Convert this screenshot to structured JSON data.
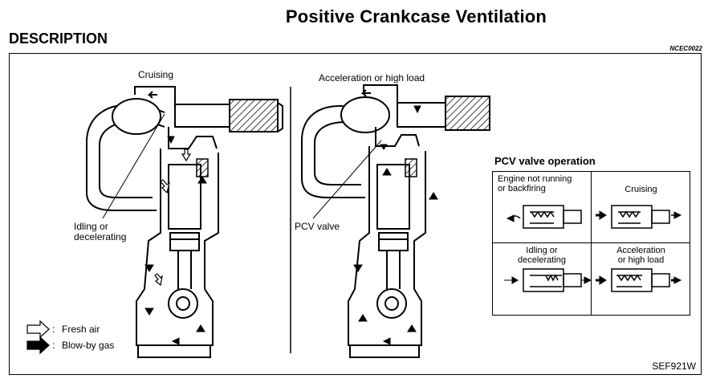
{
  "title": "Positive Crankcase Ventilation",
  "section": "DESCRIPTION",
  "code": "NCEC0022",
  "figure_id": "SEF921W",
  "left_figure": {
    "label": "Cruising",
    "callout": "Idling or\ndecelerating"
  },
  "right_figure": {
    "label": "Acceleration or high load",
    "callout": "PCV valve"
  },
  "legend": [
    {
      "icon": "fresh-air-arrow-icon",
      "sep": ":",
      "text": "Fresh air"
    },
    {
      "icon": "blow-by-arrow-icon",
      "sep": ":",
      "text": "Blow-by gas"
    }
  ],
  "pcv": {
    "title": "PCV valve operation",
    "cells": [
      {
        "label": "Engine not running\nor backfiring"
      },
      {
        "label": "Cruising"
      },
      {
        "label": "Idling or\ndecelerating"
      },
      {
        "label": "Acceleration\nor high load"
      }
    ]
  }
}
